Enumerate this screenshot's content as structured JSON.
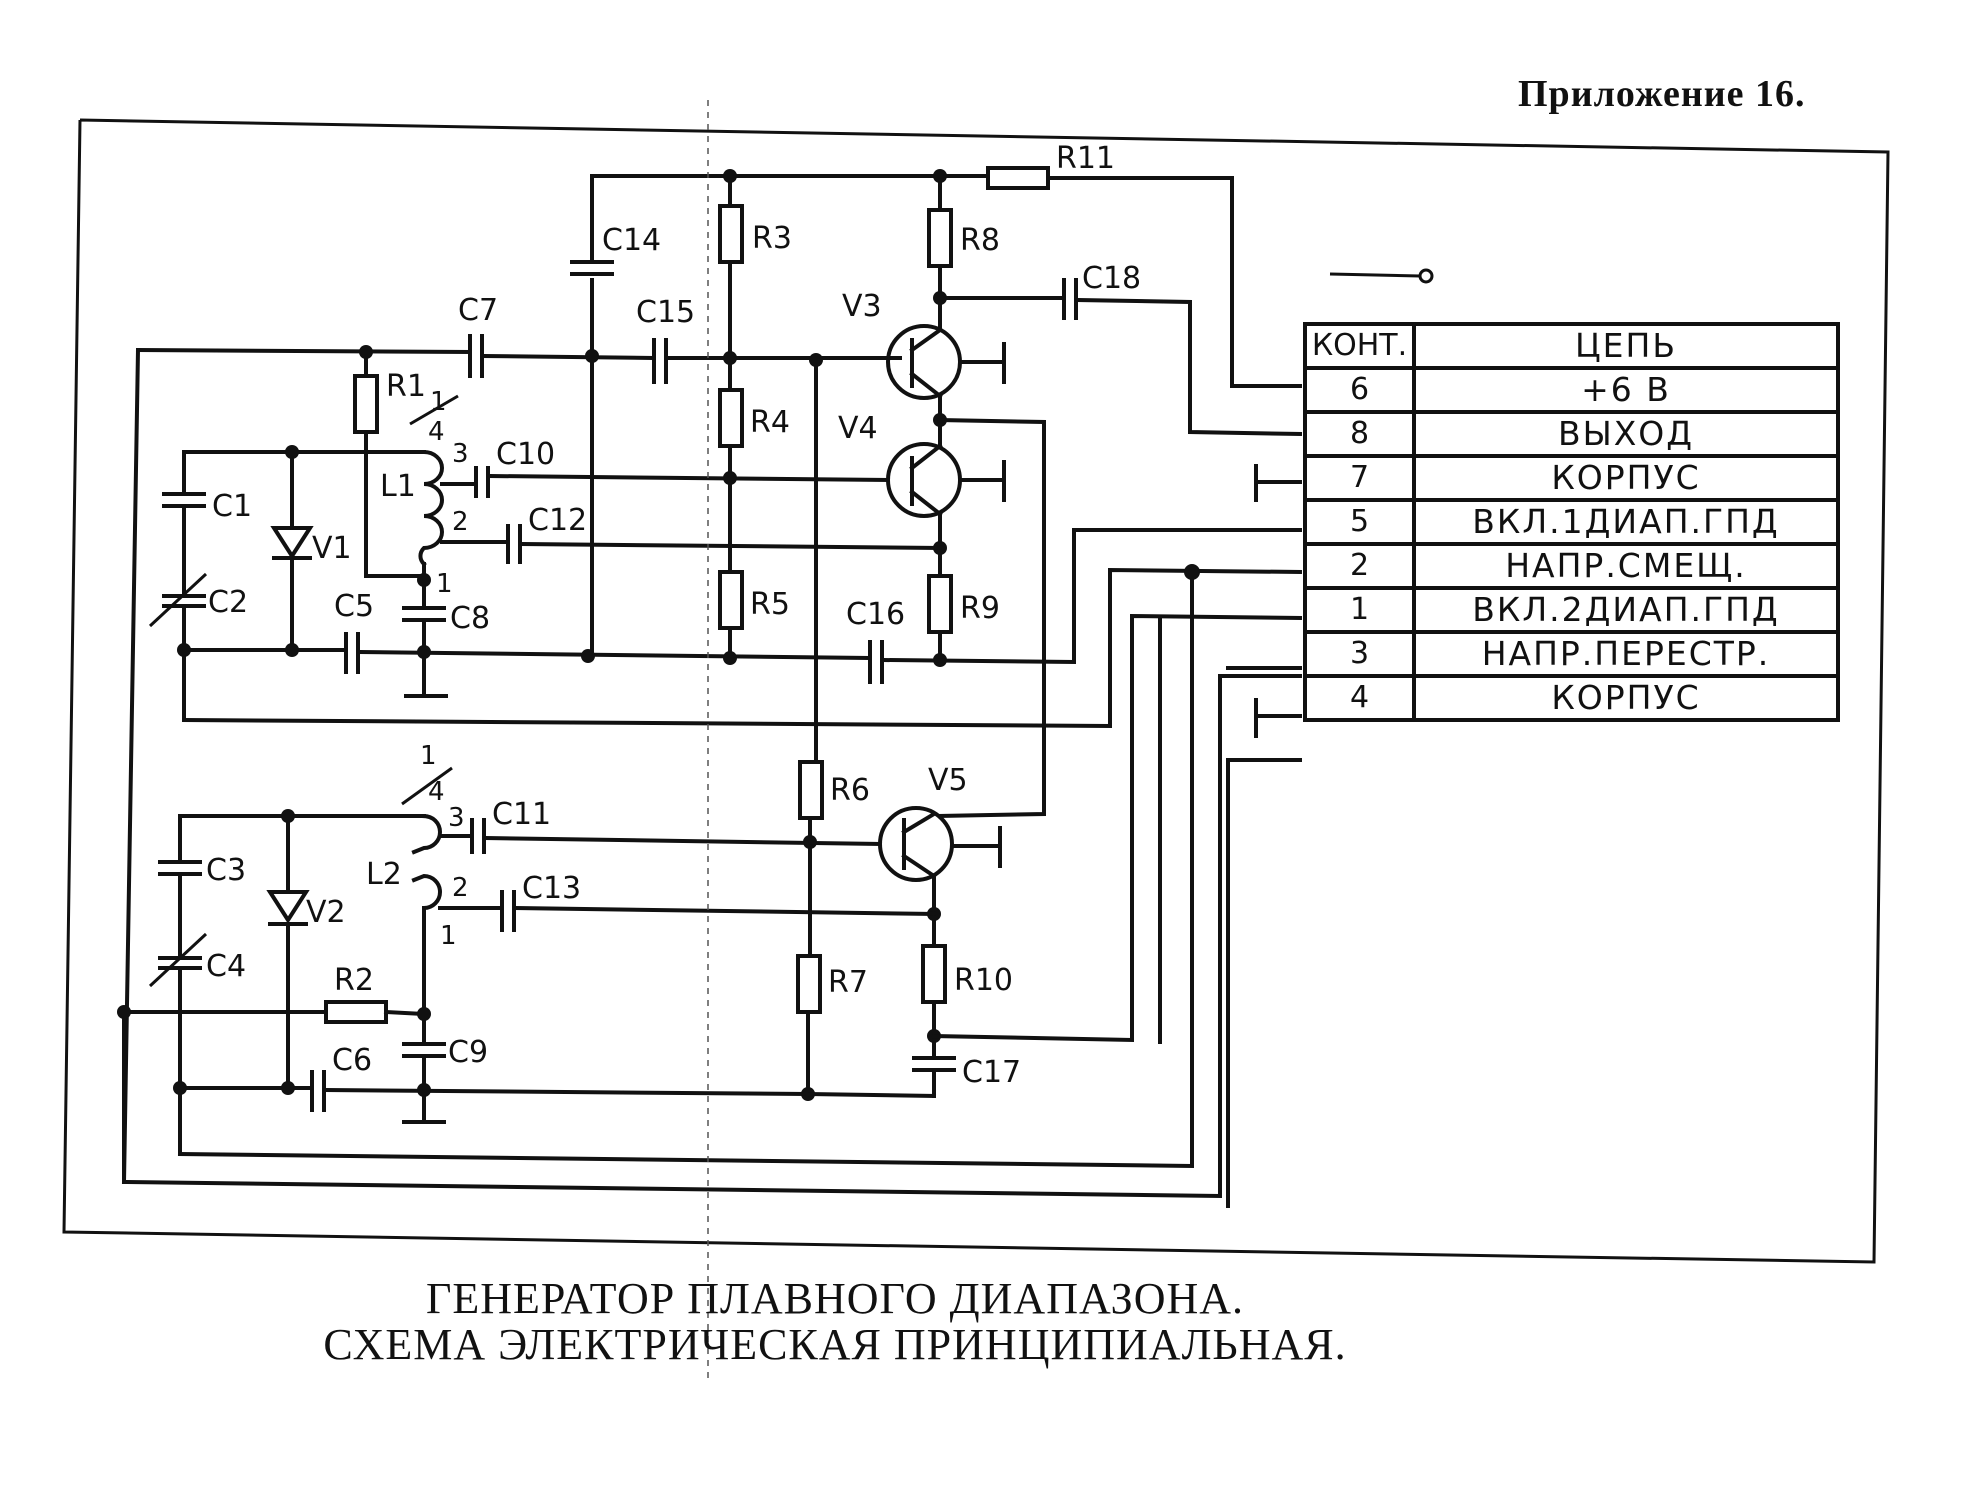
{
  "header": {
    "appendix": "Приложение 16."
  },
  "schematic": {
    "components": {
      "resistors": [
        "R1",
        "R2",
        "R3",
        "R4",
        "R5",
        "R6",
        "R7",
        "R8",
        "R9",
        "R10",
        "R11"
      ],
      "capacitors": [
        "C1",
        "C2",
        "C3",
        "C4",
        "C5",
        "C6",
        "C7",
        "C8",
        "C9",
        "C10",
        "C11",
        "C12",
        "C13",
        "C14",
        "C15",
        "C16",
        "C17",
        "C18"
      ],
      "inductors": [
        "L1",
        "L2"
      ],
      "diodes": [
        "V1",
        "V2"
      ],
      "transistors": [
        "V3",
        "V4",
        "V5"
      ]
    },
    "labels": {
      "R1": "R1",
      "R2": "R2",
      "R3": "R3",
      "R4": "R4",
      "R5": "R5",
      "R6": "R6",
      "R7": "R7",
      "R8": "R8",
      "R9": "R9",
      "R10": "R10",
      "R11": "R11",
      "C1": "C1",
      "C2": "C2",
      "C3": "C3",
      "C4": "C4",
      "C5": "C5",
      "C6": "C6",
      "C7": "C7",
      "C8": "C8",
      "C9": "C9",
      "C10": "C10",
      "C11": "C11",
      "C12": "C12",
      "C13": "C13",
      "C14": "C14",
      "C15": "C15",
      "C16": "C16",
      "C17": "C17",
      "C18": "C18",
      "L1": "L1",
      "L2": "L2",
      "V1": "V1",
      "V2": "V2",
      "V3": "V3",
      "V4": "V4",
      "V5": "V5"
    },
    "coil_taps": {
      "tap1": "1",
      "tap2": "2",
      "tap3": "3",
      "tap4": "4",
      "tap_mark": "1"
    }
  },
  "pin_table": {
    "headers": [
      "КОНТ.",
      "ЦЕПЬ"
    ],
    "rows": [
      {
        "pin": "6",
        "circuit": "+6 В"
      },
      {
        "pin": "8",
        "circuit": "ВЫХОД"
      },
      {
        "pin": "7",
        "circuit": "КОРПУС"
      },
      {
        "pin": "5",
        "circuit": "ВКЛ.1ДИАП.ГПД"
      },
      {
        "pin": "2",
        "circuit": "НАПР.СМЕЩ."
      },
      {
        "pin": "1",
        "circuit": "ВКЛ.2ДИАП.ГПД"
      },
      {
        "pin": "3",
        "circuit": "НАПР.ПЕРЕСТР."
      },
      {
        "pin": "4",
        "circuit": "КОРПУС"
      }
    ]
  },
  "caption": {
    "line1": "ГЕНЕРАТОР ПЛАВНОГО ДИАПАЗОНА.",
    "line2": "СХЕМА ЭЛЕКТРИЧЕСКАЯ ПРИНЦИПИАЛЬНАЯ."
  }
}
